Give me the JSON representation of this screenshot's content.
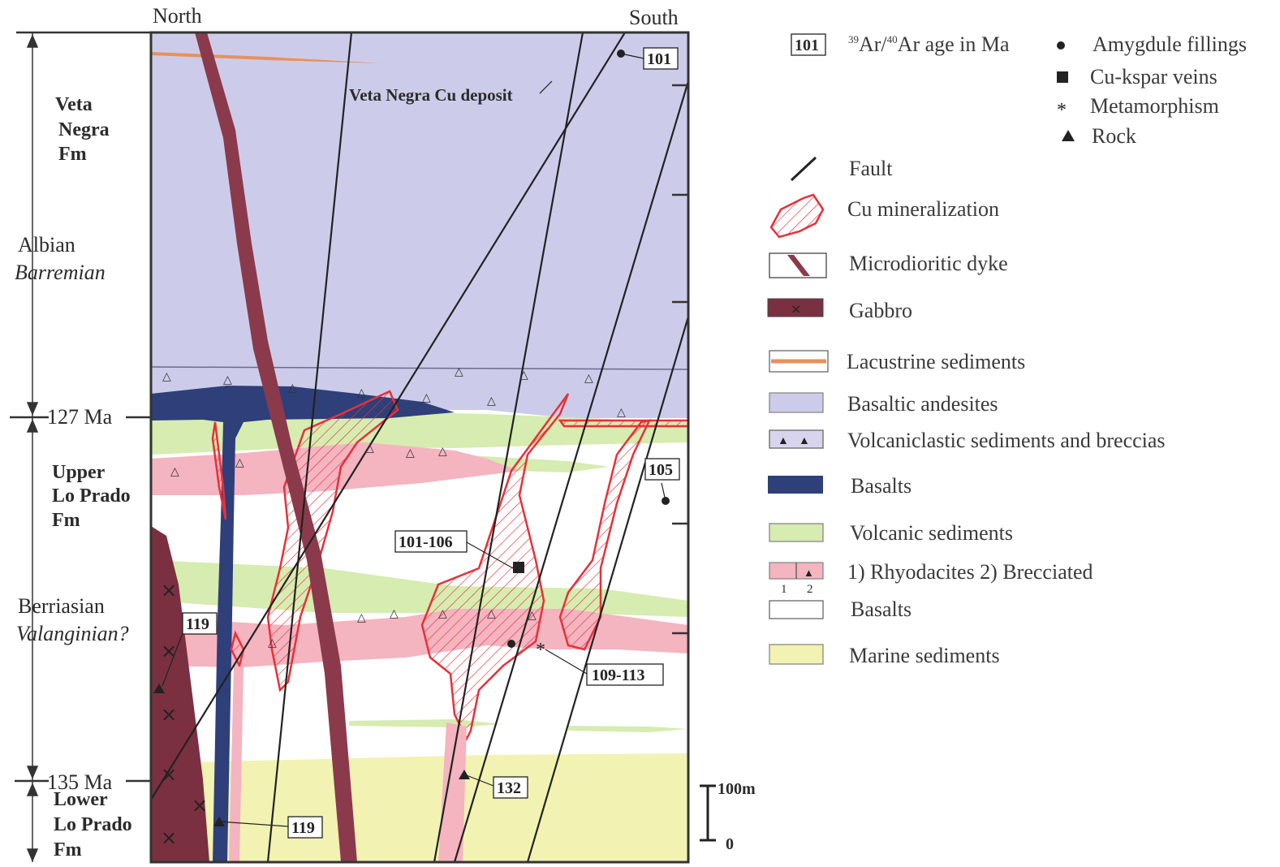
{
  "section": {
    "north_label": "North",
    "south_label": "South",
    "age_127": "127 Ma",
    "age_135": "135 Ma",
    "stage_upper": "Albian",
    "stage_upper_italic": "Barremian",
    "stage_lower": "Berriasian",
    "stage_lower_italic": "Valanginian?",
    "fm_veta": [
      "Veta",
      "Negra",
      "Fm"
    ],
    "fm_upper": [
      "Upper",
      "Lo Prado",
      "Fm"
    ],
    "fm_lower": [
      "Lower",
      "Lo Prado",
      "Fm"
    ],
    "deposit_label": "Veta Negra Cu deposit",
    "scale_label": "100m",
    "scale_zero": "0"
  },
  "ages": [
    {
      "id": "age-101-top",
      "text": "101"
    },
    {
      "id": "age-105",
      "text": "105"
    },
    {
      "id": "age-101-106",
      "text": "101-106"
    },
    {
      "id": "age-119-upper",
      "text": "119"
    },
    {
      "id": "age-109-113",
      "text": "109-113"
    },
    {
      "id": "age-132",
      "text": "132"
    },
    {
      "id": "age-119-lower",
      "text": "119"
    }
  ],
  "legend": {
    "age_box": "101",
    "age_caption_sup1": "39",
    "age_caption_ar": "Ar/",
    "age_caption_sup2": "40",
    "age_caption_rest": "Ar age in Ma",
    "symbols": [
      {
        "icon": "dot-icon",
        "label": "Amygdule fillings"
      },
      {
        "icon": "square-icon",
        "label": "Cu-kspar veins"
      },
      {
        "icon": "asterisk-icon",
        "label": "Metamorphism"
      },
      {
        "icon": "triangle-icon",
        "label": "Rock"
      }
    ],
    "units": [
      {
        "key": "fault",
        "label": "Fault"
      },
      {
        "key": "cu",
        "label": "Cu mineralization"
      },
      {
        "key": "dyke",
        "label": "Microdioritic dyke"
      },
      {
        "key": "gabbro",
        "label": "Gabbro"
      },
      {
        "key": "lacustrine",
        "label": "Lacustrine sediments"
      },
      {
        "key": "basaltic-andesites",
        "label": "Basaltic andesites"
      },
      {
        "key": "volcaniclastic",
        "label": "Volcaniclastic sediments and breccias"
      },
      {
        "key": "basalts-dark",
        "label": "Basalts"
      },
      {
        "key": "volcanic-sed",
        "label": "Volcanic  sediments"
      },
      {
        "key": "rhyodacites",
        "label": "1) Rhyodacites  2) Brecciated"
      },
      {
        "key": "basalts-white",
        "label": "Basalts"
      },
      {
        "key": "marine",
        "label": "Marine sediments"
      }
    ],
    "rhyo_sub1": "1",
    "rhyo_sub2": "2"
  },
  "colors": {
    "andesite": "#ccccea",
    "volcanic_sed": "#d6ecb0",
    "rhyodacite": "#f4b4c0",
    "marine": "#f2f2b2",
    "basalt_dark": "#2e3f7a",
    "gabbro": "#7a3040",
    "dyke": "#8b3a4c",
    "cu_red": "#e8303a",
    "lacustrine": "#e8915a"
  }
}
